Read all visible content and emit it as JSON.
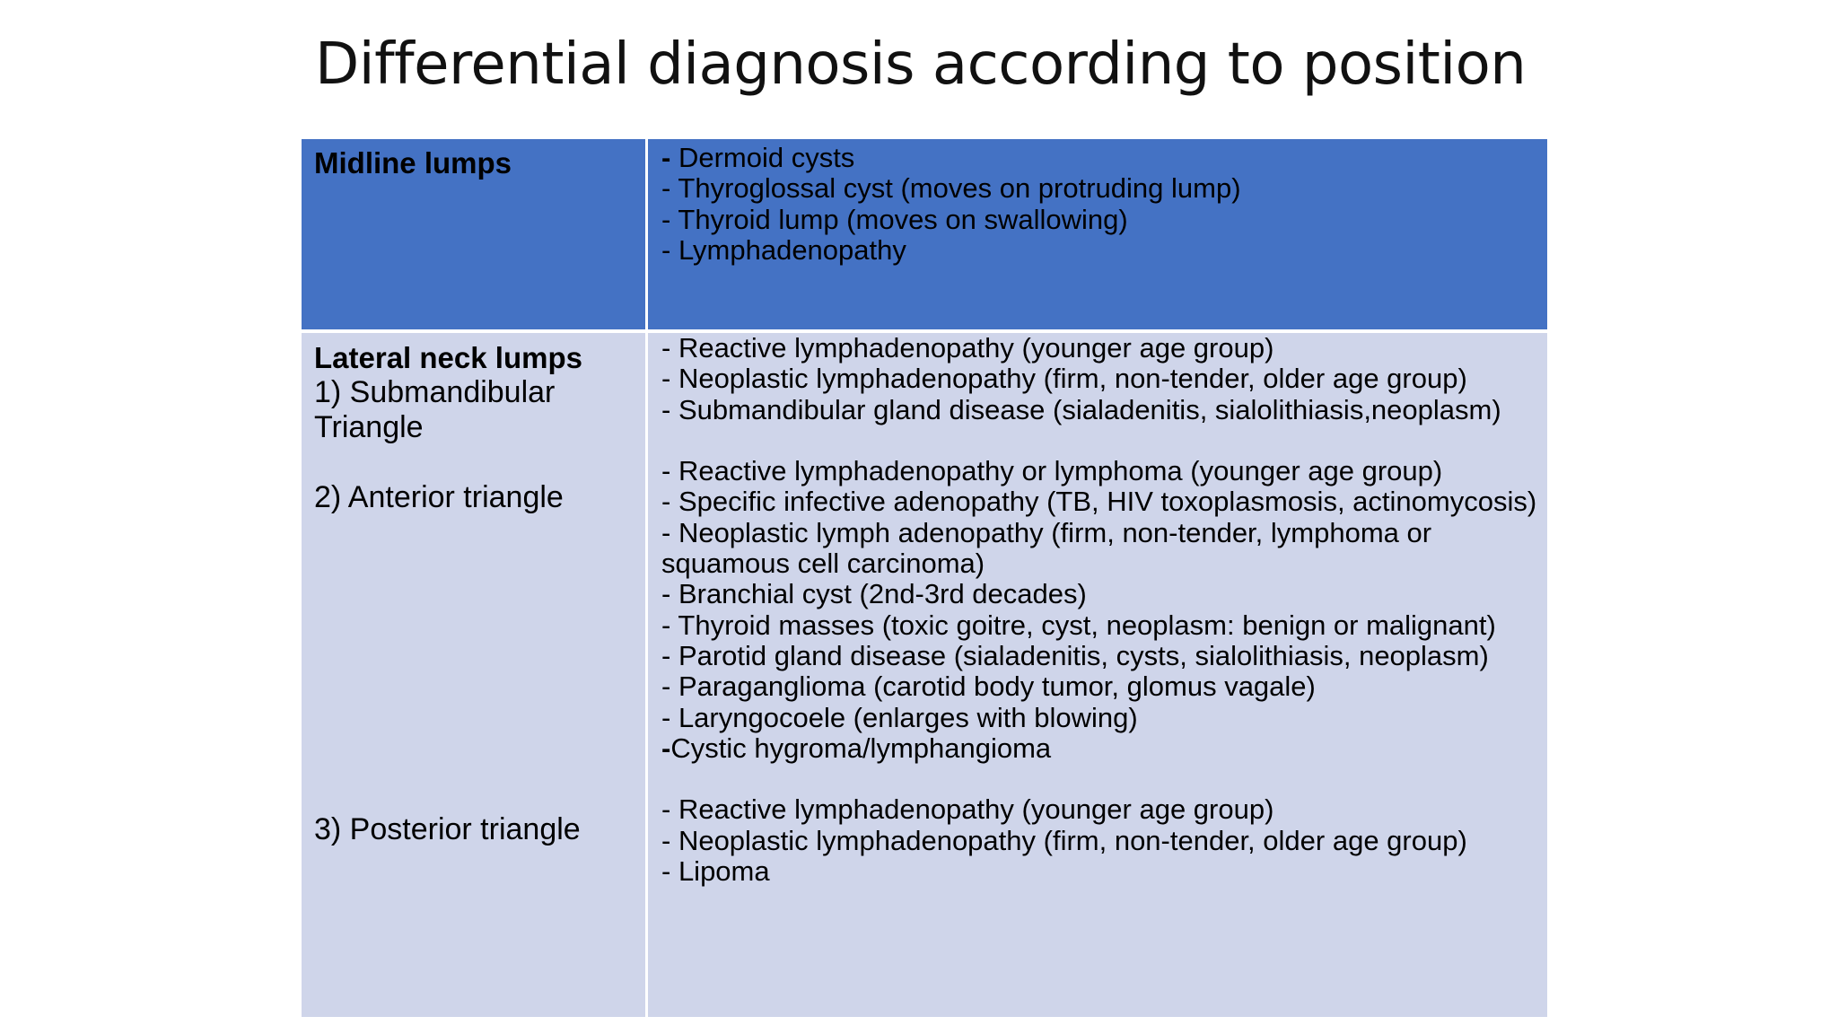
{
  "slide": {
    "title": "Differential diagnosis according to position"
  },
  "table": {
    "midline": {
      "heading": "Midline lumps",
      "items": [
        "Dermoid cysts",
        "Thyroglossal cyst (moves on protruding lump)",
        "Thyroid lump (moves on swallowing)",
        "Lymphadenopathy"
      ]
    },
    "lateral": {
      "heading": "Lateral neck lumps",
      "regions": {
        "submandibular_line1": "1) Submandibular",
        "submandibular_line2": "Triangle",
        "anterior": "2) Anterior triangle",
        "posterior": "3) Posterior triangle"
      },
      "submandibular_items": [
        "Reactive lymphadenopathy (younger age group)",
        "Neoplastic lymphadenopathy (firm, non-tender, older age group)",
        "Submandibular gland disease (sialadenitis, sialolithiasis,neoplasm)"
      ],
      "anterior_items": [
        "Reactive lymphadenopathy or lymphoma (younger age group)",
        "Specific infective adenopathy (TB, HIV toxoplasmosis, actinomycosis)",
        "Neoplastic lymph adenopathy (firm, non-tender, lymphoma or",
        "squamous cell carcinoma)",
        "Branchial cyst (2nd-3rd decades)",
        "Thyroid masses (toxic goitre, cyst, neoplasm: benign or malignant)",
        "Parotid gland disease (sialadenitis, cysts, sialolithiasis, neoplasm)",
        "Paraganglioma (carotid body tumor, glomus vagale)",
        "Laryngocoele (enlarges with blowing)",
        "Cystic hygroma/lymphangioma"
      ],
      "posterior_items": [
        "Reactive lymphadenopathy (younger age group)",
        "Neoplastic lymphadenopathy (firm, non-tender, older age group)",
        "Lipoma"
      ]
    }
  }
}
